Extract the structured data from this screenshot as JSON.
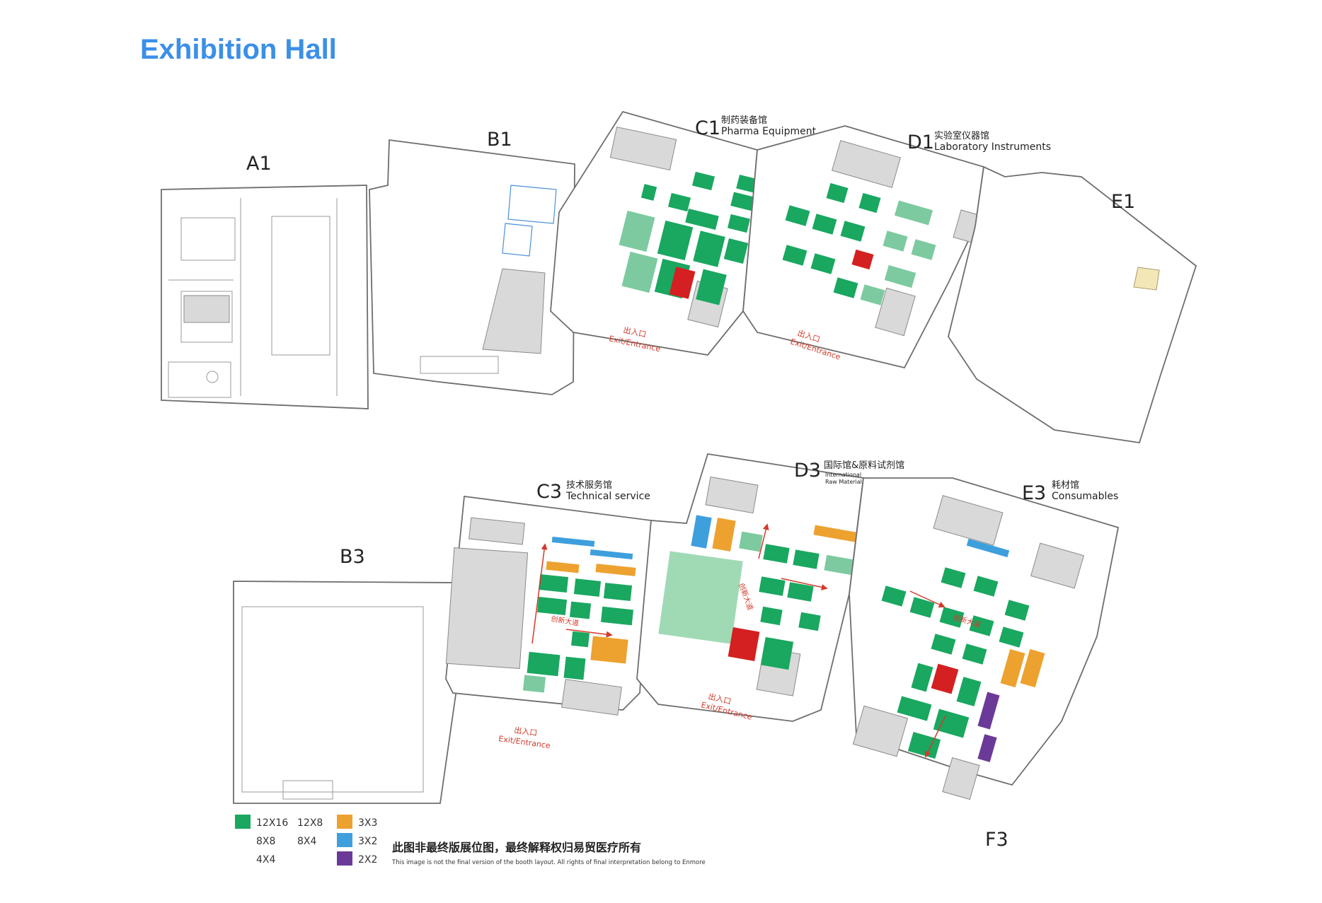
{
  "page": {
    "title": "Exhibition Hall"
  },
  "halls": {
    "a1": {
      "code": "A1"
    },
    "b1": {
      "code": "B1"
    },
    "c1": {
      "code": "C1",
      "cn": "制药装备馆",
      "en": "Pharma Equipment"
    },
    "d1": {
      "code": "D1",
      "cn": "实验室仪器馆",
      "en": "Laboratory Instruments"
    },
    "e1": {
      "code": "E1"
    },
    "b3": {
      "code": "B3"
    },
    "c3": {
      "code": "C3",
      "cn": "技术服务馆",
      "en": "Technical service"
    },
    "d3": {
      "code": "D3",
      "cn": "国际馆&原料试剂馆",
      "en1": "International",
      "en2": "Raw Materials & Reagents"
    },
    "e3": {
      "code": "E3",
      "cn": "耗材馆",
      "en": "Consumables"
    },
    "f3": {
      "code": "F3"
    }
  },
  "exits": {
    "cn": "出入口",
    "en": "Exit/Entrance"
  },
  "aisle": {
    "label": "创新大道"
  },
  "legend": {
    "items": [
      {
        "label": "12X16",
        "color": "#1aa760"
      },
      {
        "label": "12X8"
      },
      {
        "label": "8X8"
      },
      {
        "label": "8X4"
      },
      {
        "label": "4X4"
      },
      {
        "label": "3X3",
        "color": "#eda12f"
      },
      {
        "label": "3X2",
        "color": "#3e9fdd"
      },
      {
        "label": "2X2",
        "color": "#6b3a98"
      }
    ]
  },
  "note": {
    "cn": "此图非最终版展位图，最终解释权归易贸医疗所有",
    "en": "This image is not the final version of the booth layout. All rights of final interpretation belong to Enmore"
  },
  "colors": {
    "title": "#3b8fe8",
    "booth_green": "#1aa760",
    "booth_light_green": "#7dcaa0",
    "booth_red": "#d42020",
    "booth_orange": "#eda12f",
    "booth_blue": "#3e9fdd",
    "booth_purple": "#6b3a98",
    "arrow_red": "#d23a2a"
  }
}
